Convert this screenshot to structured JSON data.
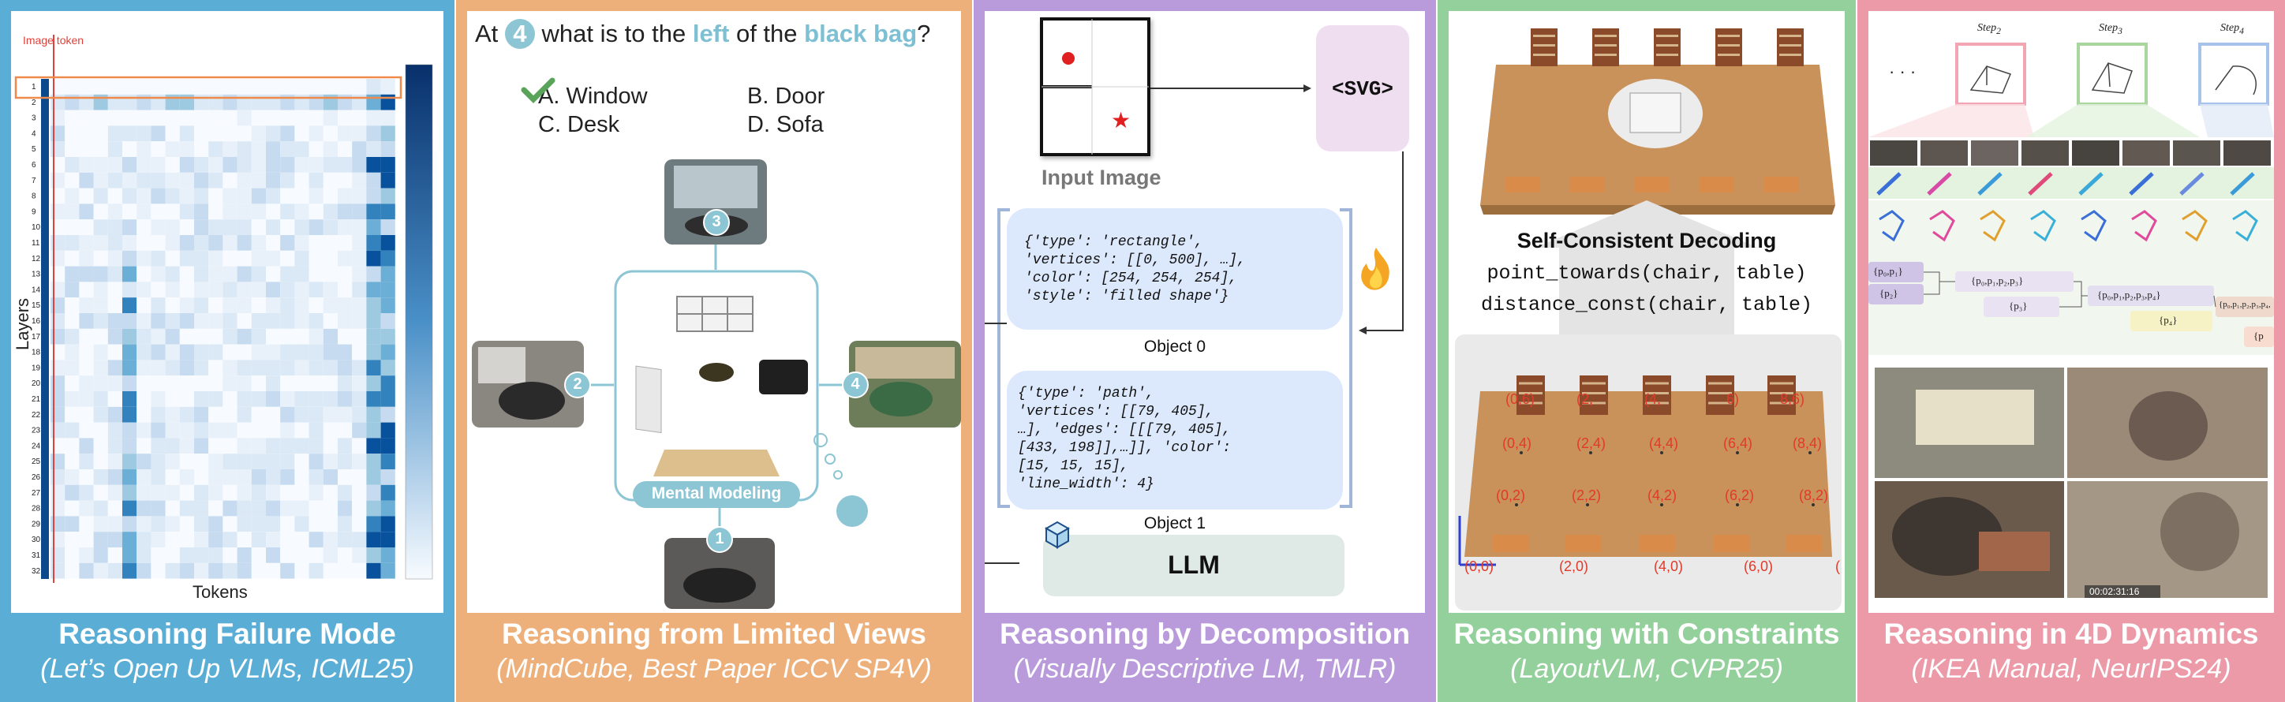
{
  "panels": [
    {
      "title": "Reasoning Failure Mode",
      "subtitle": "(Let’s Open Up VLMs, ICML25)",
      "color": "#5aaed6"
    },
    {
      "title": "Reasoning from Limited Views",
      "subtitle": "(MindCube, Best Paper ICCV SP4V)",
      "color": "#eeb07a"
    },
    {
      "title": "Reasoning by Decomposition",
      "subtitle": "(Visually Descriptive LM, TMLR)",
      "color": "#b99bdc"
    },
    {
      "title": "Reasoning with Constraints",
      "subtitle": "(LayoutVLM, CVPR25)",
      "color": "#93d09b"
    },
    {
      "title": "Reasoning in 4D Dynamics",
      "subtitle": "(IKEA Manual, NeurIPS24)",
      "color": "#ec9aa8"
    }
  ],
  "heatmap": {
    "image_token_label": "Image token",
    "ylabel": "Layers",
    "xlabel": "Tokens",
    "layer_labels": [
      "1",
      "2",
      "3",
      "4",
      "5",
      "6",
      "7",
      "8",
      "9",
      "10",
      "11",
      "12",
      "13",
      "14",
      "15",
      "16",
      "17",
      "18",
      "19",
      "20",
      "21",
      "22",
      "23",
      "24",
      "25",
      "26",
      "27",
      "28",
      "29",
      "30",
      "31",
      "32"
    ]
  },
  "mindcube": {
    "q_pre": "At",
    "q_num": "4",
    "q_mid1": "what is to the",
    "q_left": "left",
    "q_mid2": "of the",
    "q_obj": "black bag",
    "q_end": "?",
    "options": [
      "A. Window",
      "B. Door",
      "C. Desk",
      "D. Sofa"
    ],
    "views": [
      "1",
      "2",
      "3",
      "4"
    ],
    "mental_label": "Mental Modeling",
    "colors": {
      "accent": "#8cc5d3",
      "text_accent": "#7ec0d3"
    }
  },
  "vdlm": {
    "input_label": "Input Image",
    "svg_label": "<SVG>",
    "obj0": [
      "{'type': 'rectangle',",
      "'vertices': [[0, 500], …],",
      "'color': [254, 254, 254],",
      "'style': 'filled shape'}"
    ],
    "obj0_label": "Object 0",
    "obj1": [
      "{'type': 'path',",
      "'vertices': [[79, 405],",
      "…], 'edges': [[[79, 405],",
      "[433, 198]],…]], 'color':",
      "[15, 15, 15],",
      "'line_width': 4}"
    ],
    "obj1_label": "Object 1",
    "llm_label": "LLM"
  },
  "layout": {
    "decoding_title": "Self-Consistent Decoding",
    "fn1": "point_towards(chair, table)",
    "fn2": "distance_const(chair, table)",
    "coords_top": [
      "(0,6)",
      "(2,",
      "(4,",
      "6)",
      "8,6)"
    ],
    "coords_r2": [
      "(0,4)",
      "(2,4)",
      "(4,4)",
      "(6,4)",
      "(8,4)"
    ],
    "coords_r3": [
      "(0,2)",
      "(2,2)",
      "(4,2)",
      "(6,2)",
      "(8,2)"
    ],
    "coords_bottom": [
      "(0,0)",
      "(2,0)",
      "(4,0)",
      "(6,0)",
      "("
    ]
  },
  "ikea": {
    "dots": "· · ·",
    "steps": [
      "Step",
      "Step",
      "Step"
    ],
    "step_subs": [
      "2",
      "3",
      "4"
    ],
    "part_labels": [
      "{p₀,p₁}",
      "{p₂}",
      "{p₀,p₁,p₂,p₃}",
      "{p₃}",
      "{p₀,p₁,p₂,p₃,p₄}",
      "{p₄}",
      "{p₀,p₁,p₂,p₃,p₄,",
      "{p"
    ],
    "timestamp": "00:02:31:16"
  }
}
